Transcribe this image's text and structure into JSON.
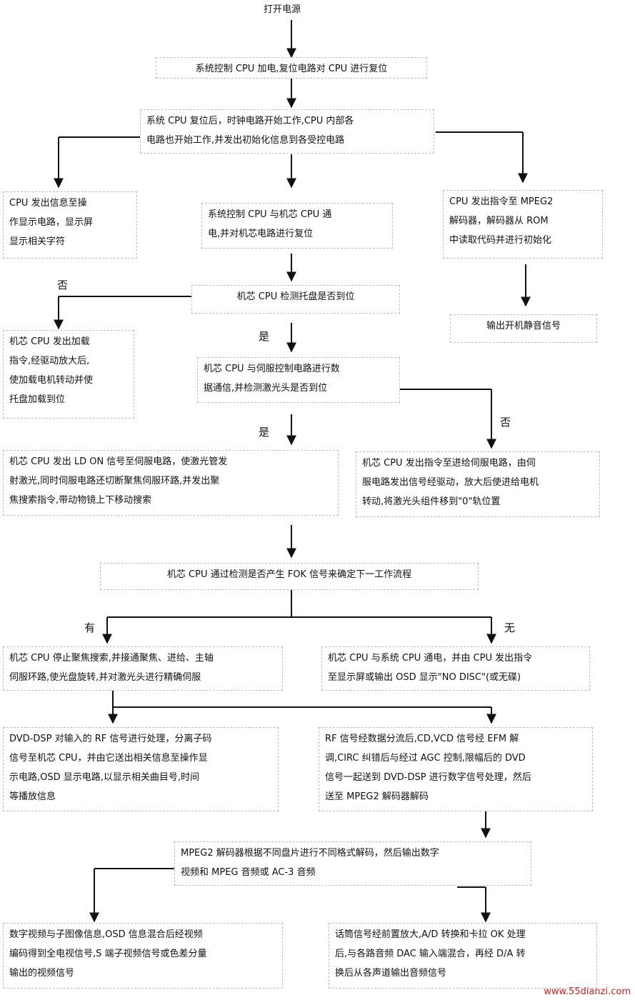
{
  "nodes": {
    "power_on": "打开电源",
    "cpu_reset": "系统控制 CPU 加电,复位电路对 CPU 进行复位",
    "clock_start": "系统 CPU 复位后，时钟电路开始工作,CPU 内部各\n电路也开始工作,并发出初始化信息到各受控电路",
    "display_msg": "CPU 发出信息至操\n作显示电路，显示屏\n显示相关字符",
    "mech_comm": "系统控制 CPU 与机芯 CPU 通\n电,并对机芯电路进行复位",
    "mpeg_init": "CPU 发出指令至 MPEG2\n解码器，解码器从 ROM\n中读取代码并进行初始化",
    "mute_out": "输出开机静音信号",
    "tray_check": "机芯 CPU 检测托盘是否到位",
    "load_tray": "机芯 CPU 发出加载\n指令,经驱动放大后,\n使加载电机转动并使\n托盘加载到位",
    "servo_comm": "机芯 CPU 与伺服控制电路进行数\n据通信,并检测激光头是否到位",
    "laser_on": "机芯 CPU 发出 LD ON 信号至伺服电路，使激光管发\n射激光,同时伺服电路还切断聚焦伺服环路,并发出聚\n焦搜索指令,带动物镜上下移动搜索",
    "sled_move": "机芯 CPU 发出指令至进给伺服电路，由伺\n服电路发出信号经驱动，放大后使进给电机\n转动,将激光头组件移到\"0\"轨位置",
    "fok_check": "机芯 CPU 通过检测是否产生 FOK 信号来确定下一工作流程",
    "focus_stop": "机芯 CPU 停止聚焦搜索,并接通聚焦、进给、主轴\n伺服环路,使光盘旋转,并对激光头进行精确伺服",
    "no_disc": "机芯 CPU 与系统 CPU 通电，并由 CPU 发出指令\n至显示屏或输出 OSD 显示\"NO DISC\"(或无碟)",
    "dsp_process": "DVD-DSP 对输入的 RF 信号进行处理，分离子码\n信号至机芯 CPU，并由它送出相关信息至操作显\n示电路,OSD 显示电路,以显示相关曲目号,时间\n等播放信息",
    "rf_split": "RF 信号经数据分流后,CD,VCD 信号经 EFM 解\n调,CIRC 纠错后与经过 AGC 控制,限幅后的 DVD\n信号一起送到 DVD-DSP 进行数字信号处理，然后\n送至 MPEG2 解码器解码",
    "mpeg_decode": "MPEG2 解码器根据不同盘片进行不同格式解码，然后输出数字\n视频和 MPEG 音频或 AC-3 音频",
    "video_out": "数字视频与子图像信息,OSD 信息混合后经视频\n编码得到全电视信号,S 端子视频信号或色差分量\n输出的视频信号",
    "audio_out": "话筒信号经前置放大,A/D 转换和卡拉 OK 处理\n后,与各路音频 DAC 输入端混合，再经 D/A 转\n换后从各声道输出音频信号"
  },
  "labels": {
    "no1": "否",
    "yes1": "是",
    "yes2": "是",
    "no2": "否",
    "has": "有",
    "none": "无"
  },
  "watermark": "www.55dianzi.com",
  "colors": {
    "line": "#111111",
    "border": "#bdbdbd",
    "watermark": "#d02020"
  }
}
